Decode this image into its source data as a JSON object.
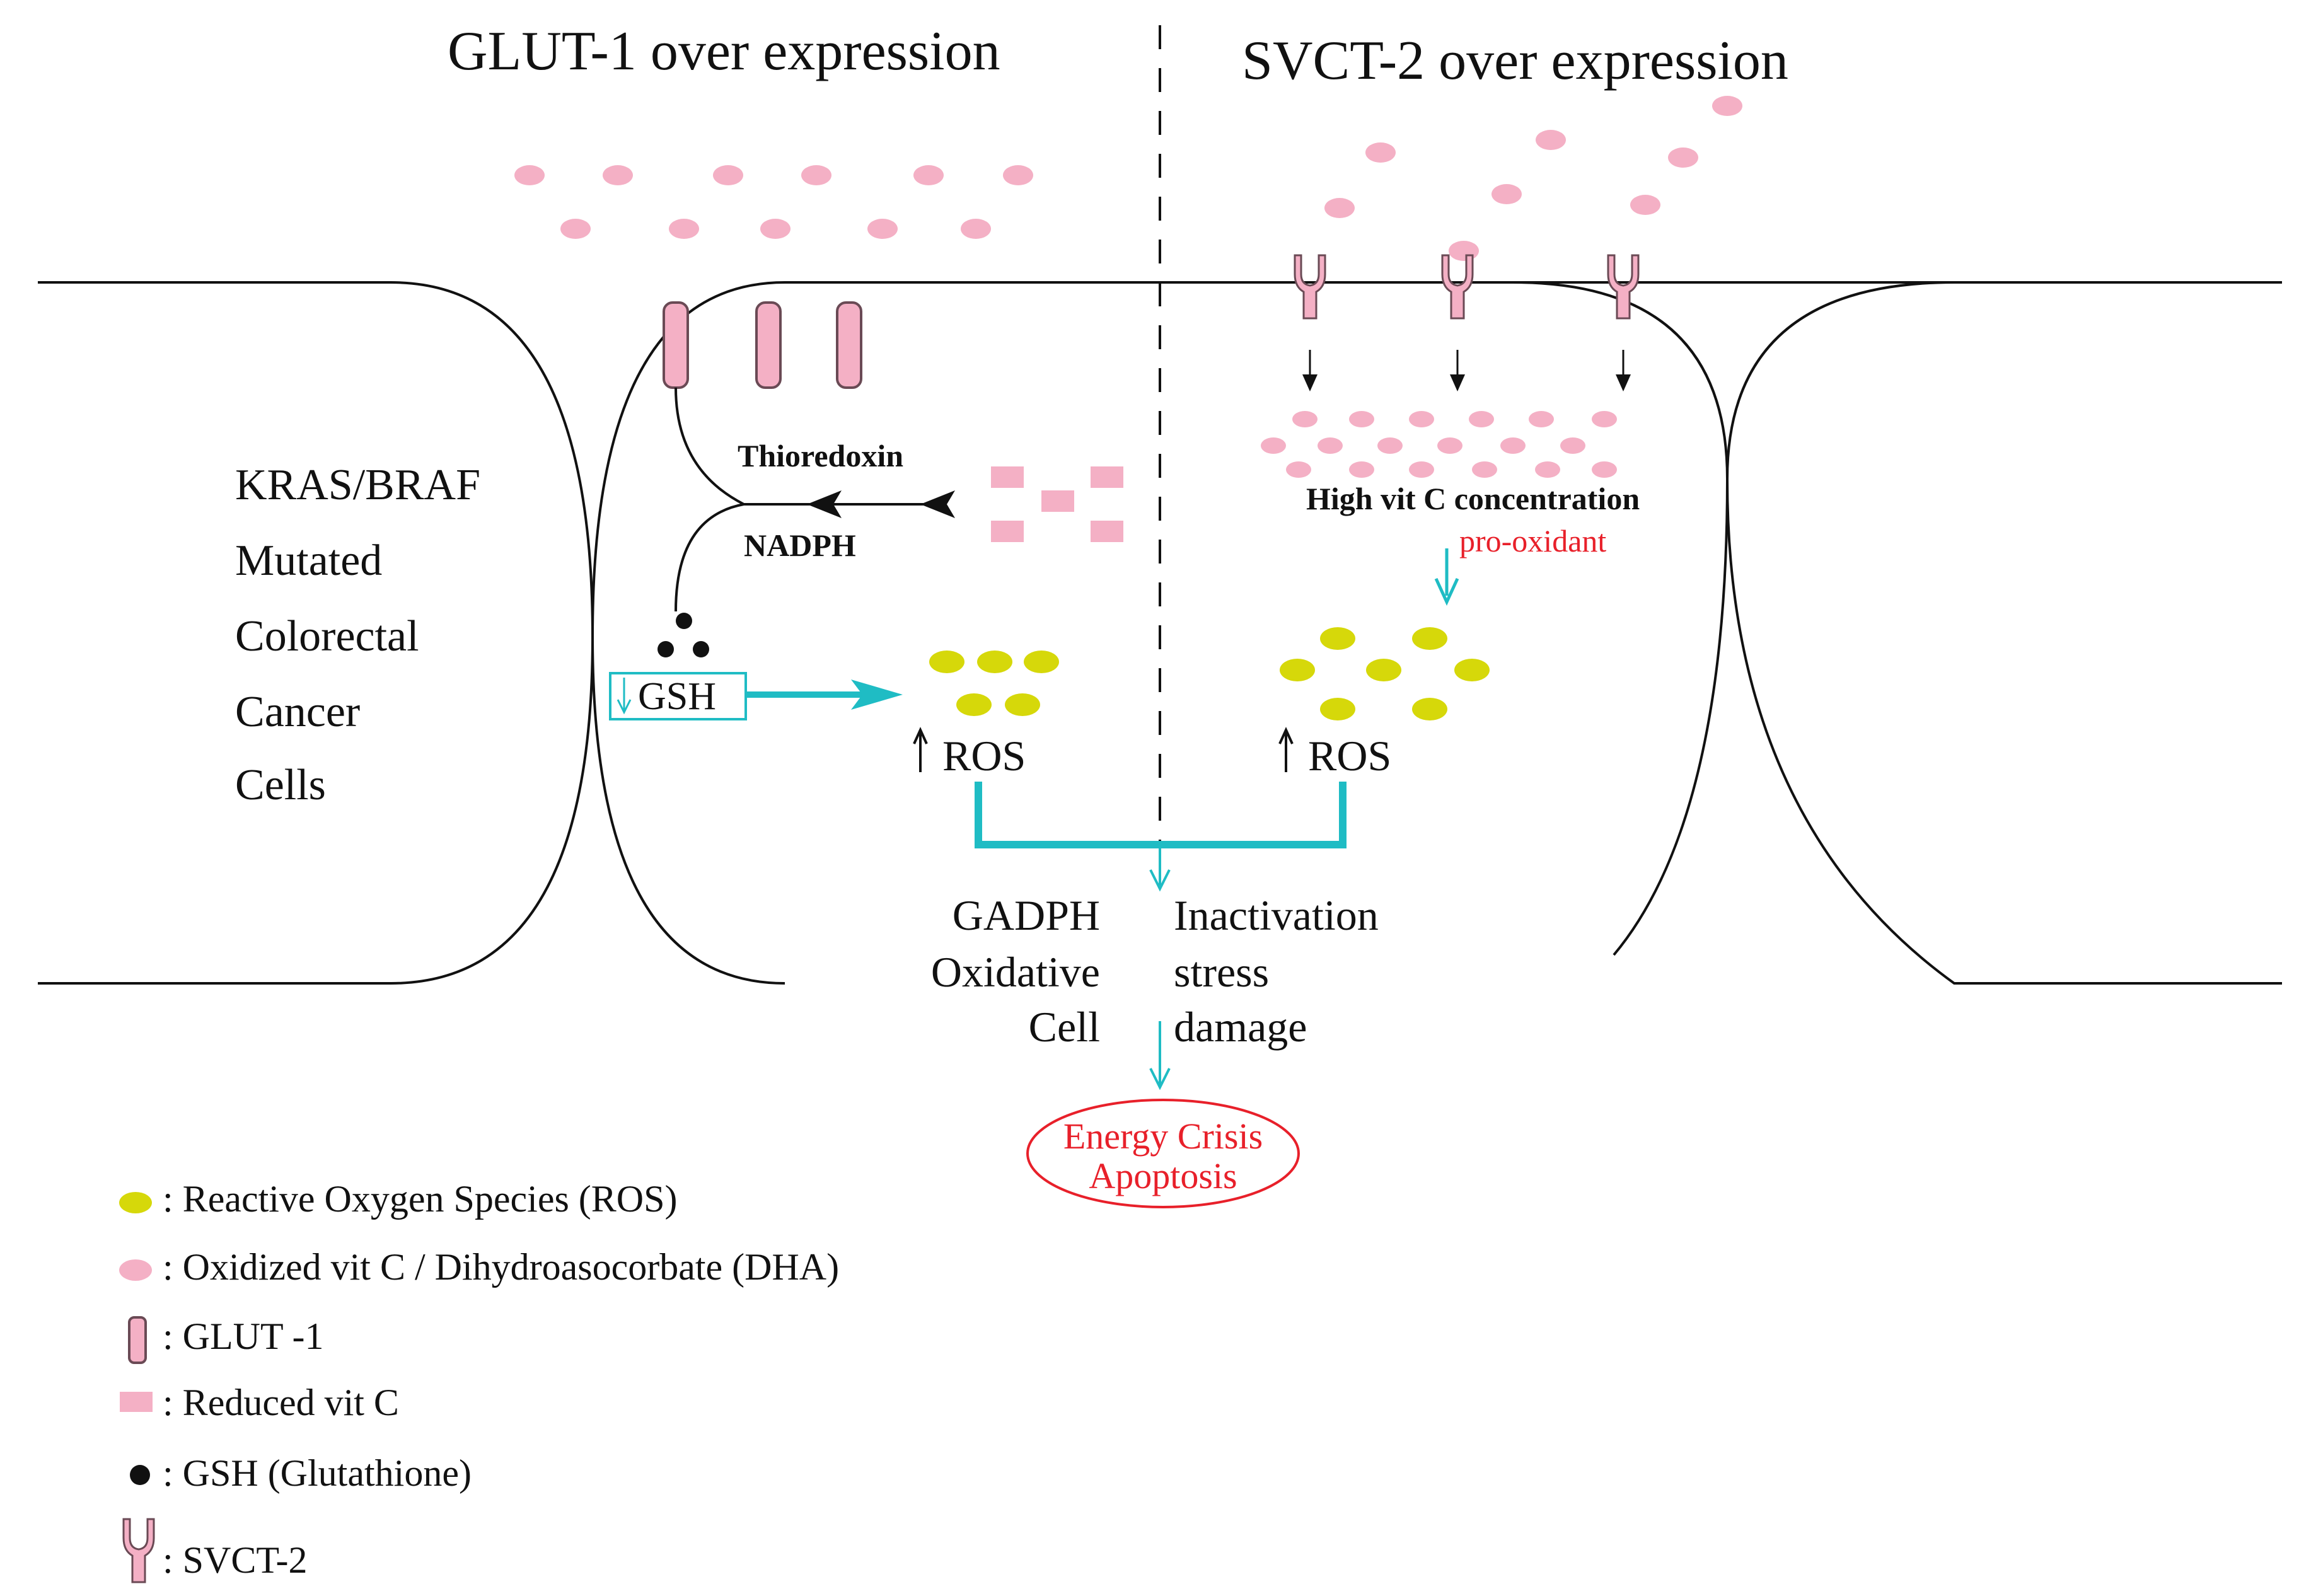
{
  "titles": {
    "left": "GLUT-1 over expression",
    "right": "SVCT-2 over expression"
  },
  "cell_label": {
    "line1": "KRAS/BRAF",
    "line2": "Mutated",
    "line3": "Colorectal",
    "line4": "Cancer",
    "line5": "Cells"
  },
  "labels": {
    "thioredoxin": "Thioredoxin",
    "nadph": "NADPH",
    "gsh_box": "GSH",
    "ros_left": "ROS",
    "ros_right": "ROS",
    "high_vit_c": "High vit C concentration",
    "pro_oxidant": "pro-oxidant",
    "gadph": "GADPH",
    "inactivation": "Inactivation",
    "oxidative": "Oxidative",
    "stress": "stress",
    "cell": "Cell",
    "damage": "damage",
    "energy_crisis": "Energy Crisis",
    "apoptosis": "Apoptosis"
  },
  "legend": {
    "ros": ": Reactive Oxygen Species (ROS)",
    "dha": ": Oxidized vit C / Dihydroasocorbate (DHA)",
    "glut1": ": GLUT -1",
    "reduced_vitc": ": Reduced vit C",
    "gsh": ": GSH (Glutathione)",
    "svct2": ": SVCT-2"
  },
  "colors": {
    "pink": "#f4b0c5",
    "pink_stroke": "#6a4a55",
    "ros_yellow": "#d6d80a",
    "teal": "#1fbcc4",
    "red": "#e8202a",
    "black": "#111111"
  }
}
